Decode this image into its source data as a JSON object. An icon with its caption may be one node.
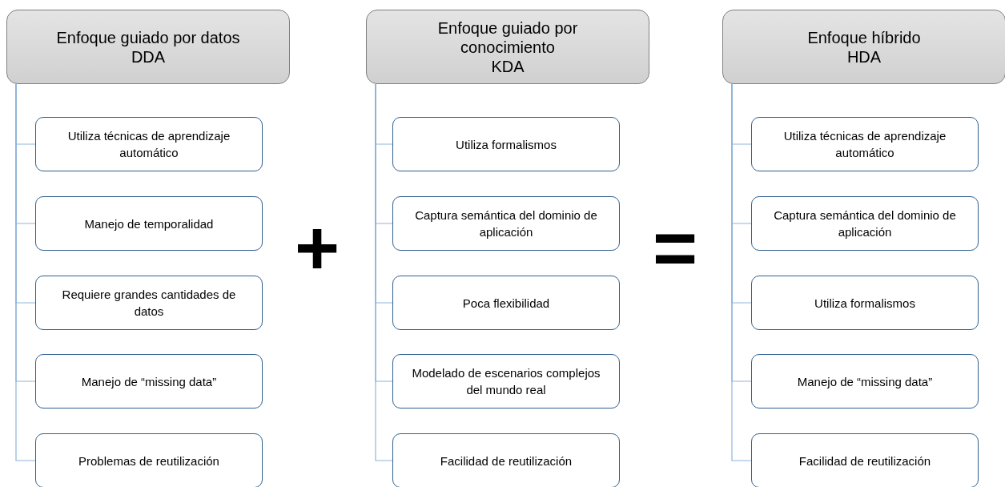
{
  "diagram": {
    "nodes": [
      {
        "text": [
          "Enfoque guiado por datos",
          "DDA"
        ]
      },
      {
        "text": [
          "Utiliza técnicas de aprendizaje automático"
        ]
      },
      {
        "text": [
          "Manejo de temporalidad"
        ]
      },
      {
        "text": [
          "Requiere grandes cantidades de datos"
        ]
      },
      {
        "text": [
          "Manejo de “missing data”"
        ]
      },
      {
        "text": [
          "Problemas de reutilización"
        ]
      },
      {
        "text": [
          "Enfoque guiado por conocimiento",
          "KDA"
        ]
      },
      {
        "text": [
          "Utiliza formalismos"
        ]
      },
      {
        "text": [
          "Captura semántica del dominio de aplicación"
        ]
      },
      {
        "text": [
          "Poca flexibilidad"
        ]
      },
      {
        "text": [
          "Modelado de escenarios complejos del mundo real"
        ]
      },
      {
        "text": [
          "Facilidad de reutilización"
        ]
      },
      {
        "text": [
          "Enfoque híbrido",
          "HDA"
        ]
      },
      {
        "text": [
          "Utiliza técnicas de aprendizaje automático"
        ]
      },
      {
        "text": [
          "Captura semántica del dominio de aplicación"
        ]
      },
      {
        "text": [
          "Utiliza formalismos"
        ]
      },
      {
        "text": [
          "Manejo de “missing data”"
        ]
      },
      {
        "text": [
          "Facilidad de reutilización"
        ]
      }
    ],
    "edges": [
      {
        "from": 0,
        "to": 1,
        "arrow": "none"
      },
      {
        "from": 0,
        "to": 2,
        "arrow": "none"
      },
      {
        "from": 0,
        "to": 3,
        "arrow": "none"
      },
      {
        "from": 0,
        "to": 4,
        "arrow": "none"
      },
      {
        "from": 0,
        "to": 5,
        "arrow": "none"
      },
      {
        "from": 6,
        "to": 7,
        "arrow": "none"
      },
      {
        "from": 6,
        "to": 8,
        "arrow": "none"
      },
      {
        "from": 6,
        "to": 9,
        "arrow": "none"
      },
      {
        "from": 6,
        "to": 10,
        "arrow": "none"
      },
      {
        "from": 6,
        "to": 11,
        "arrow": "none"
      },
      {
        "from": 12,
        "to": 13,
        "arrow": "none"
      },
      {
        "from": 12,
        "to": 14,
        "arrow": "none"
      },
      {
        "from": 12,
        "to": 15,
        "arrow": "none"
      },
      {
        "from": 12,
        "to": 16,
        "arrow": "none"
      },
      {
        "from": 12,
        "to": 17,
        "arrow": "none"
      }
    ],
    "labels": [
      "+",
      "="
    ]
  }
}
